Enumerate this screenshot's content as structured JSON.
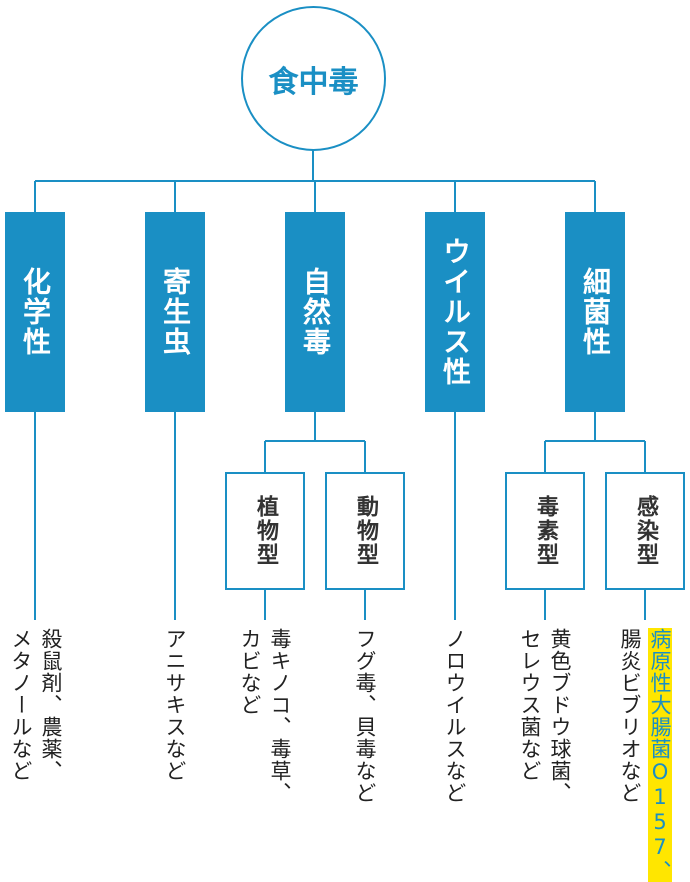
{
  "root": {
    "label": "食中毒"
  },
  "colors": {
    "accent": "#1a8fc4",
    "highlight": "#ffe600"
  },
  "categories": [
    {
      "label": "化学性"
    },
    {
      "label": "寄生虫"
    },
    {
      "label": "自然毒"
    },
    {
      "label": "ウイルス性"
    },
    {
      "label": "細菌性"
    }
  ],
  "subtypes": [
    {
      "label": "植物型"
    },
    {
      "label": "動物型"
    },
    {
      "label": "毒素型"
    },
    {
      "label": "感染型"
    }
  ],
  "examples": {
    "chemical_1": "殺鼠剤、農薬、",
    "chemical_2": "メタノールなど",
    "parasite": "アニサキスなど",
    "plant_1": "毒キノコ、毒草、",
    "plant_2": "カビなど",
    "animal": "フグ毒、貝毒など",
    "virus": "ノロウイルスなど",
    "toxin_1": "黄色ブドウ球菌、",
    "toxin_2": "セレウス菌など",
    "infection_highlight": "病原性大腸菌O157、",
    "infection_2": "腸炎ビブリオなど"
  }
}
